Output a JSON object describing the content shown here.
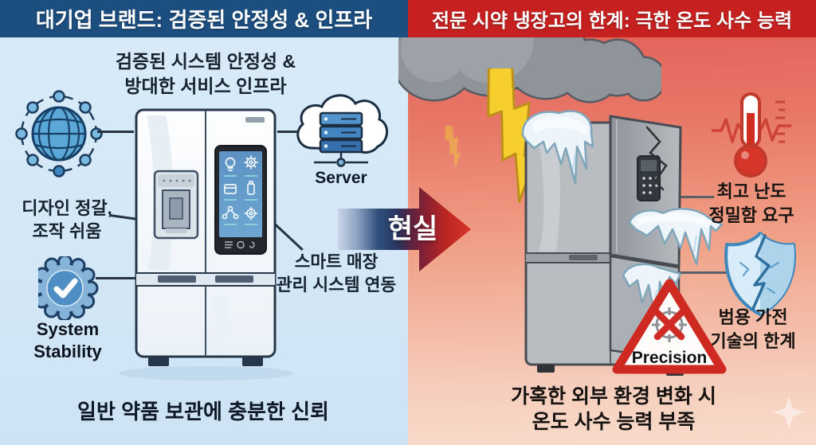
{
  "left": {
    "header": "대기업 브랜드: 검증된 안정성 & 인프라",
    "subtitle": {
      "line1": "검증된 시스템 안정성 &",
      "line2": "방대한 서비스 인프라"
    },
    "design_label": {
      "line1": "디자인 정갈,",
      "line2": "조작 쉬움"
    },
    "server_label": "Server",
    "badge_label": {
      "line1": "System",
      "line2": "Stability"
    },
    "smart_label": {
      "line1": "스마트 매장",
      "line2": "관리 시스템 연동"
    },
    "bottom_caption": "일반 약품 보관에 충분한 신뢰"
  },
  "center": {
    "arrow_label": "현실"
  },
  "right": {
    "header": "전문 시약 냉장고의 한계: 극한 온도 사수 능력",
    "thermo_label": {
      "line1": "최고 난도",
      "line2": "정밀함 요구"
    },
    "shield_label": {
      "line1": "범용 가전",
      "line2": "기술의 한계"
    },
    "warning_label": "Precision",
    "bottom_caption": {
      "line1": "가혹한 외부 환경 변화 시",
      "line2": "온도 사수 능력 부족"
    }
  },
  "icons": {
    "left": [
      "network-globe-icon",
      "cloud-server-icon",
      "check-badge-icon",
      "smart-fridge-illustration"
    ],
    "center": [
      "reality-arrow"
    ],
    "right": [
      "storm-cloud-icon",
      "lightning-icon",
      "frozen-fridge-illustration",
      "ice-icon",
      "thermometer-pulse-icon",
      "broken-shield-icon",
      "precision-warning-triangle-icon",
      "sparkle-icon"
    ]
  },
  "colors": {
    "left_bg": "#d9ebf8",
    "left_header_bg": "#1c4e80",
    "right_bg_top": "#e05c57",
    "right_bg_bottom": "#f8dccb",
    "right_header_bg": "#c62120",
    "accent_blue": "#4385c2",
    "accent_red": "#cf2a23",
    "lightning_yellow": "#f6ce2d"
  }
}
